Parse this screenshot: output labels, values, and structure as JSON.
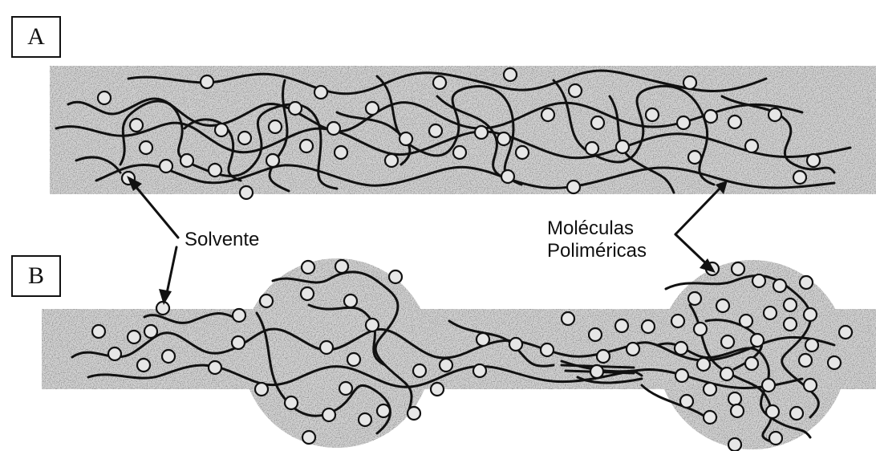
{
  "panels": {
    "a": "A",
    "b": "B"
  },
  "labels": {
    "solvent": "Solvente",
    "polymer_line1": "Moléculas",
    "polymer_line2": "Poliméricas"
  },
  "colors": {
    "ink": "#111111",
    "band_base": "#d4d4d4",
    "band_speckle": "#8a8a8a",
    "circle_fill": "#e6e6e6"
  }
}
